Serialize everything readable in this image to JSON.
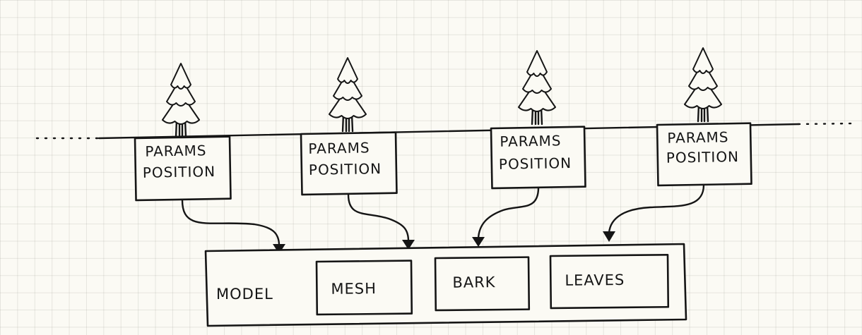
{
  "instances": [
    {
      "params_label": "PARAMS",
      "position_label": "POSITION"
    },
    {
      "params_label": "PARAMS",
      "position_label": "POSITION"
    },
    {
      "params_label": "PARAMS",
      "position_label": "POSITION"
    },
    {
      "params_label": "PARAMS",
      "position_label": "POSITION"
    }
  ],
  "model": {
    "label": "MODEL",
    "parts": [
      {
        "label": "MESH"
      },
      {
        "label": "BARK"
      },
      {
        "label": "LEAVES"
      }
    ]
  },
  "icons": {
    "tree": "pine-tree-icon",
    "arrow": "arrow-down-icon"
  }
}
